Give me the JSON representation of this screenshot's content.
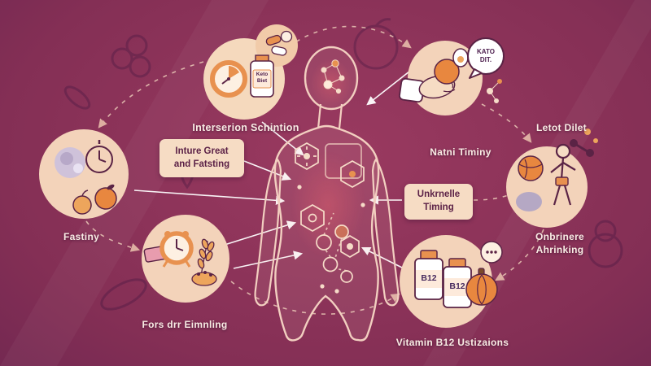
{
  "meta": {
    "type": "infographic-diagram",
    "topic": "fasting-nutrition-body"
  },
  "palette": {
    "background_outer": "#4a1c4a",
    "background_inner": "#9a3a60",
    "circle_cream": "#f3d3ba",
    "panel_cream": "#f6dcc4",
    "accent_orange": "#e8873f",
    "accent_orange_light": "#eda55c",
    "line_dark": "#5a2345",
    "body_outline": "#f2cfc0",
    "arrow_white": "#ffffff",
    "label_text": "#f9ece4",
    "box_text": "#5c2247"
  },
  "labels": {
    "intermittent": "Interserion Schintion",
    "fasting_box": "Inture Great\nand Fatsting",
    "fasting_circle": "Fastiny",
    "foods": "Fors drr Eimnling",
    "vitamin_b12": "Vitamin B12 Ustizaions",
    "nutrient_timing": "Natni Timiny",
    "keto_diet": "Letot Dilet",
    "drinking": "Onbrinere Ahrinking",
    "timing_box": "Unkrnelle\nTiming",
    "keto_bottle": "Keto\nBiet",
    "kato_bubble": "KATO\nDIT.",
    "b12_bottle_1": "B12",
    "b12_bottle_2": "B12"
  },
  "icons": [
    "clock-icon",
    "pills-icon",
    "keto-bottle-icon",
    "plate-icon",
    "fasting-clock-icon",
    "orange-fruit-icon",
    "apple-icon",
    "pink-card-icon",
    "alarm-clock-icon",
    "wheat-icon",
    "grain-bowl-icon",
    "b12-bottle-icon",
    "pumpkin-icon",
    "speech-dots-icon",
    "hand-holding-food-icon",
    "speech-bubble-icon",
    "molecule-dots-icon",
    "basketball-icon",
    "stone-icon",
    "exercising-person-icon",
    "dumbbell-icon",
    "human-body-figure",
    "molecule-face-pattern",
    "body-organ-icons"
  ]
}
